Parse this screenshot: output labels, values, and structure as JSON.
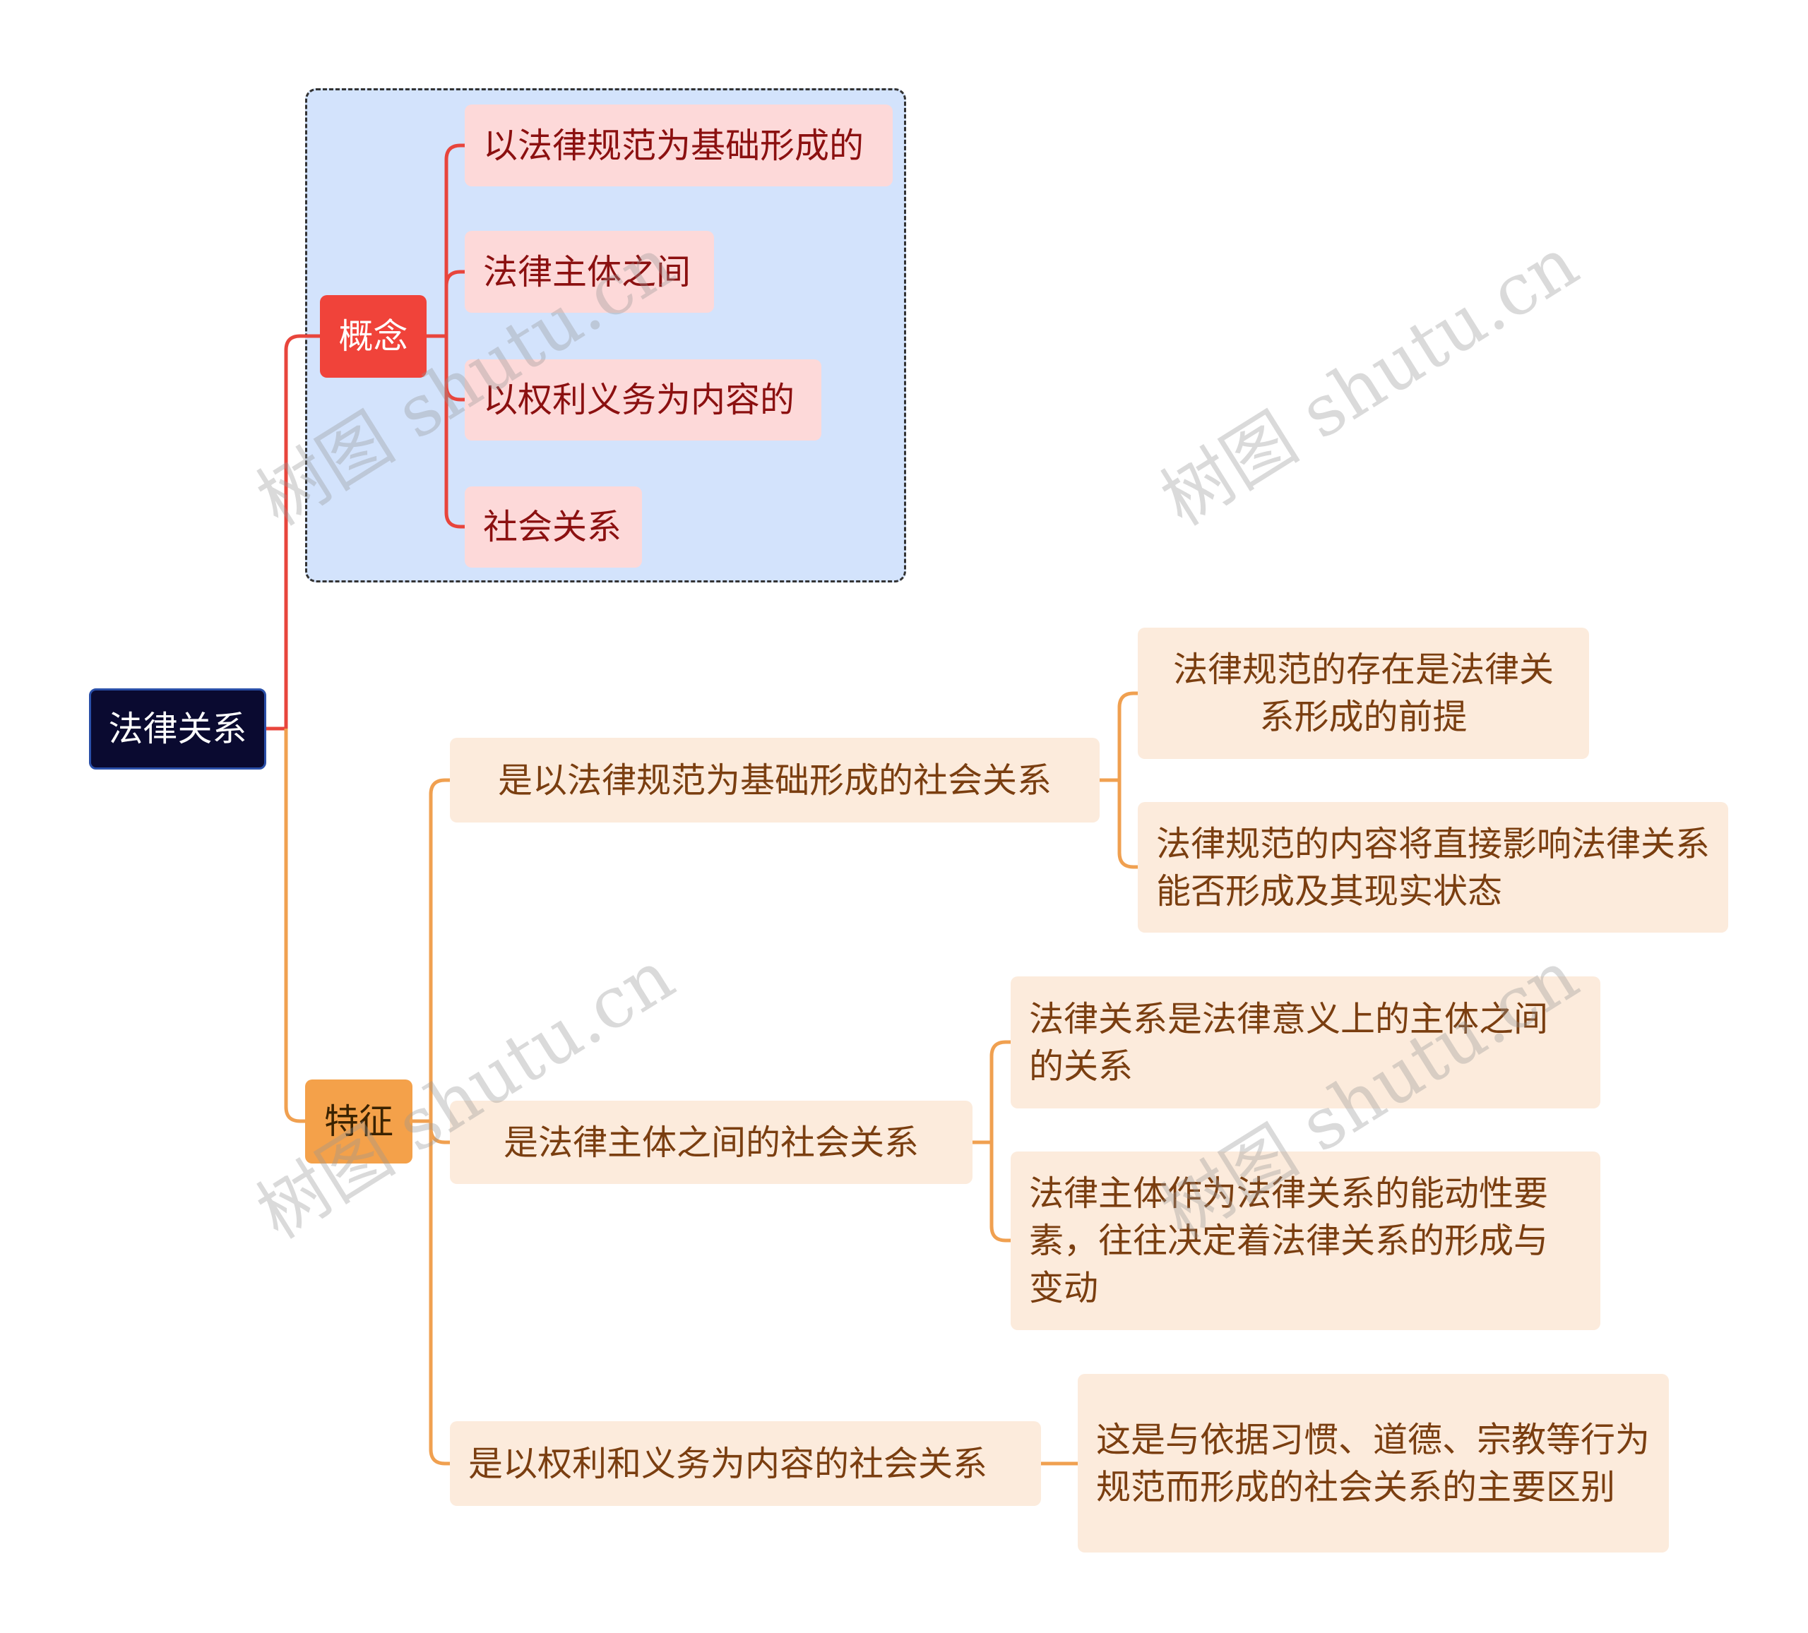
{
  "root": {
    "label": "法律关系"
  },
  "concept": {
    "label": "概念",
    "children": [
      "以法律规范为基础形成的",
      "法律主体之间",
      "以权利义务为内容的",
      "社会关系"
    ]
  },
  "feature": {
    "label": "特征",
    "children": [
      {
        "label": "是以法律规范为基础形成的社会关系",
        "children": [
          "法律规范的存在是法律关系形成的前提",
          "法律规范的内容将直接影响法律关系能否形成及其现实状态"
        ]
      },
      {
        "label": "是法律主体之间的社会关系",
        "children": [
          "法律关系是法律意义上的主体之间的关系",
          "法律主体作为法律关系的能动性要素，往往决定着法律关系的形成与变动"
        ]
      },
      {
        "label": "是以权利和义务为内容的社会关系",
        "children": [
          "这是与依据习惯、道德、宗教等行为规范而形成的社会关系的主要区别"
        ]
      }
    ]
  },
  "watermark": "树图 shutu.cn",
  "colors": {
    "root": "#0a0a30",
    "concept": "#f0433a",
    "feature": "#f4a14a",
    "concept_leaf": "#fdd9d9",
    "feature_leaf": "#fcebdc",
    "group_box": "#d3e3fc"
  }
}
